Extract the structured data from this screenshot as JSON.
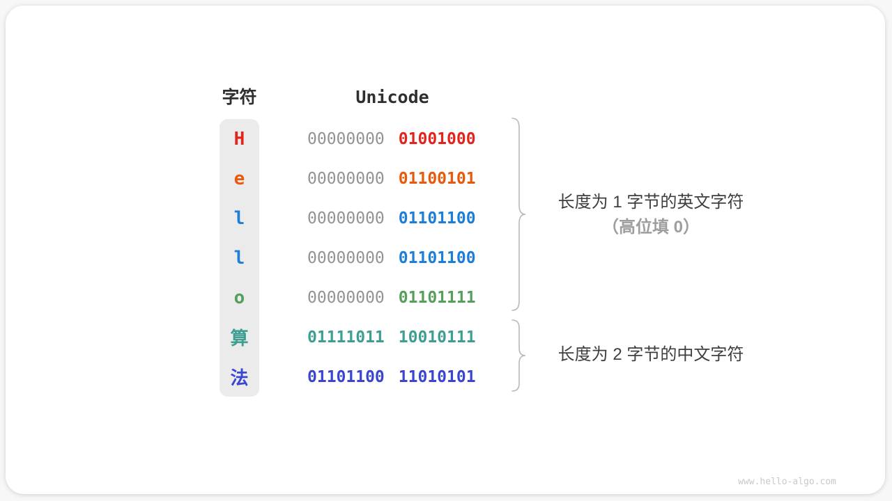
{
  "header": {
    "char_col": "字符",
    "unicode_col": "Unicode"
  },
  "rows": [
    {
      "char": "H",
      "char_color": "#e1251d",
      "bytes": [
        {
          "text": "00000000",
          "color": "#939393"
        },
        {
          "text": "01001000",
          "color": "#e1251d"
        }
      ]
    },
    {
      "char": "e",
      "char_color": "#e8590c",
      "bytes": [
        {
          "text": "00000000",
          "color": "#939393"
        },
        {
          "text": "01100101",
          "color": "#e8590c"
        }
      ]
    },
    {
      "char": "l",
      "char_color": "#1c7ed6",
      "bytes": [
        {
          "text": "00000000",
          "color": "#939393"
        },
        {
          "text": "01101100",
          "color": "#1c7ed6"
        }
      ]
    },
    {
      "char": "l",
      "char_color": "#1c7ed6",
      "bytes": [
        {
          "text": "00000000",
          "color": "#939393"
        },
        {
          "text": "01101100",
          "color": "#1c7ed6"
        }
      ]
    },
    {
      "char": "o",
      "char_color": "#569e5c",
      "bytes": [
        {
          "text": "00000000",
          "color": "#939393"
        },
        {
          "text": "01101111",
          "color": "#569e5c"
        }
      ]
    },
    {
      "char": "算",
      "char_color": "#3f9e92",
      "bytes": [
        {
          "text": "01111011",
          "color": "#3f9e92"
        },
        {
          "text": "10010111",
          "color": "#3f9e92"
        }
      ]
    },
    {
      "char": "法",
      "char_color": "#3a46d1",
      "bytes": [
        {
          "text": "01101100",
          "color": "#3a46d1"
        },
        {
          "text": "11010101",
          "color": "#3a46d1"
        }
      ]
    }
  ],
  "annotations": [
    {
      "line1": "长度为 1 字节的英文字符",
      "line2": "（高位填 0）"
    },
    {
      "line1": "长度为 2 字节的中文字符"
    }
  ],
  "brace_color": "#b8b8b8",
  "watermark": "www.hello-algo.com"
}
